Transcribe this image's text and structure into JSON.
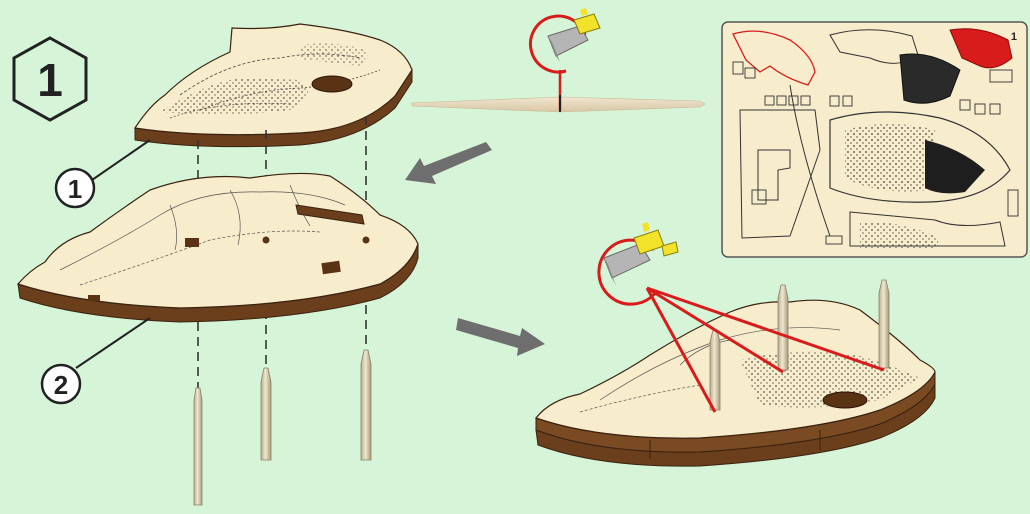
{
  "step": {
    "number": "1"
  },
  "callouts": [
    {
      "label": "1"
    },
    {
      "label": "2"
    }
  ],
  "sheet": {
    "corner_number": "1"
  },
  "colors": {
    "background": "#d6f5d8",
    "plywood_top": "#f7eccb",
    "plywood_edge": "#6b3f1c",
    "cut_red": "#d81b1b",
    "arrow_gray": "#6e6e6e",
    "blade_yellow": "#f2e22a"
  }
}
